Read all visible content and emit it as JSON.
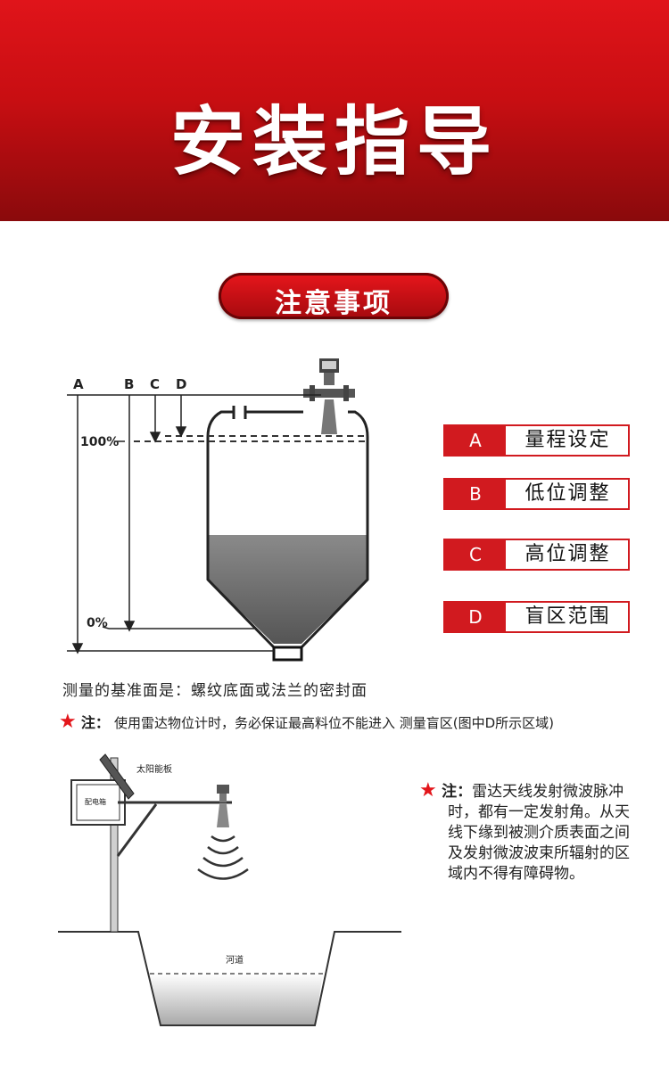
{
  "banner": {
    "title": "安装指导"
  },
  "section": {
    "title": "注意事项"
  },
  "silo": {
    "letters": [
      "A",
      "B",
      "C",
      "D"
    ],
    "level_100": "100%",
    "level_0": "0%"
  },
  "legend": [
    {
      "key": "A",
      "label": "量程设定"
    },
    {
      "key": "B",
      "label": "低位调整"
    },
    {
      "key": "C",
      "label": "高位调整"
    },
    {
      "key": "D",
      "label": "盲区范围"
    }
  ],
  "notes": {
    "reference": "测量的基准面是：螺纹底面或法兰的密封面",
    "star1_label": "注",
    "star1_text": "使用雷达物位计时，务必保证最高料位不能进入 测量盲区(图中D所示区域)",
    "star2_label": "注",
    "star2_line1": "雷达天线发射微波脉冲",
    "star2_line2": "时，都有一定发射角。从天",
    "star2_line3": "线下缘到被测介质表面之间",
    "star2_line4": "及发射微波波束所辐射的区",
    "star2_line5": "域内不得有障碍物。"
  },
  "river": {
    "solar_label": "太阳能板",
    "box_label": "配电箱",
    "channel_label": "河道"
  },
  "colors": {
    "accent": "#d11a1f",
    "banner_dark": "#8a0a0c"
  }
}
